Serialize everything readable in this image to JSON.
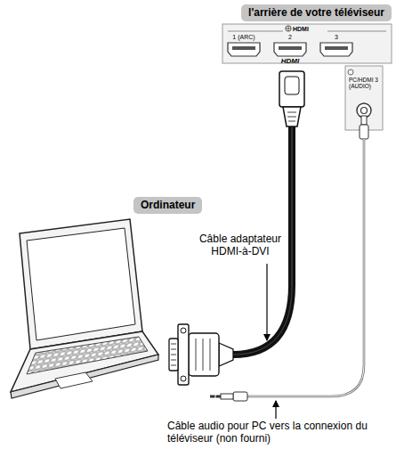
{
  "diagram": {
    "nodes": [
      {
        "text": [
          "l'arrière de votre téléviseur"
        ]
      },
      {
        "text": [
          "Ordinateur"
        ]
      }
    ],
    "labels": [
      "HDMI",
      "1 (ARC)",
      "2",
      "3",
      "HDMI",
      "PC/HDMI 3 (AUDIO)",
      "Câble adaptateur HDMI-à-DVI",
      "Câble audio pour PC vers la connexion du téléviseur (non fourni)"
    ]
  }
}
